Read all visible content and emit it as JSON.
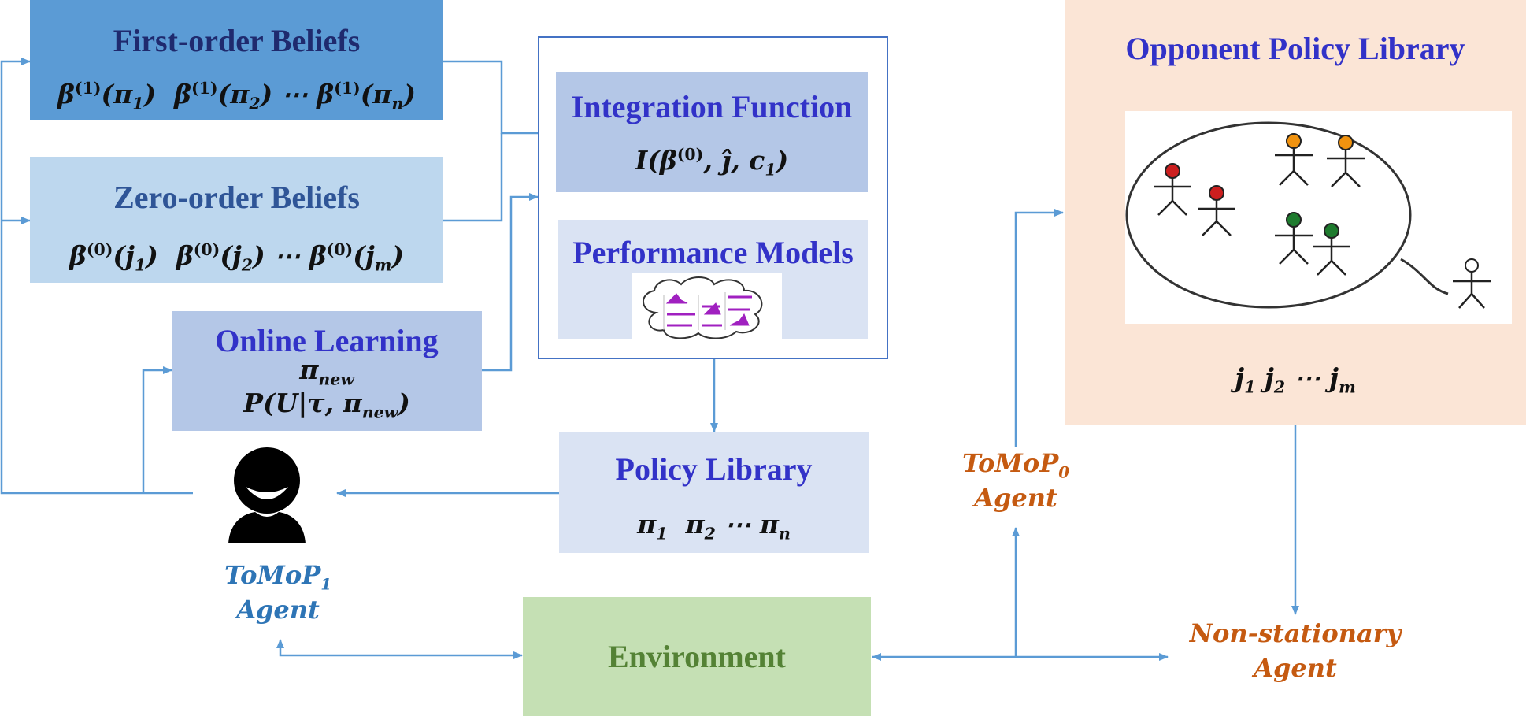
{
  "colors": {
    "arrow": "#5b9bd5",
    "title_blue": "#3232c8",
    "first_order_bg": "#5b9bd5",
    "zero_order_bg": "#bdd7ee",
    "online_bg": "#b4c7e7",
    "integration_bg": "#b4c7e7",
    "performance_bg": "#dae3f3",
    "policy_bg": "#dae3f3",
    "env_bg": "#c5e0b4",
    "env_text": "#548235",
    "opponent_bg": "#fbe5d6",
    "orange_text": "#c55a11",
    "tomop1_text": "#2e75b6"
  },
  "first_order": {
    "title": "First-order Beliefs",
    "formula": [
      "β",
      "(1)",
      "(π",
      "1",
      ")",
      "β",
      "(1)",
      "(π",
      "2",
      ")",
      "⋯",
      "β",
      "(1)",
      "(π",
      "n",
      ")"
    ]
  },
  "zero_order": {
    "title": "Zero-order Beliefs",
    "formula": [
      "β",
      "(0)",
      "(j",
      "1",
      ")",
      "β",
      "(0)",
      "(j",
      "2",
      ")",
      "⋯",
      "β",
      "(0)",
      "(j",
      "m",
      ")"
    ]
  },
  "online_learning": {
    "title": "Online Learning",
    "pi_base": "π",
    "pi_sub": "new",
    "prob_start": "P(U|τ, π",
    "prob_sub": "new",
    "prob_end": ")"
  },
  "integration": {
    "title": "Integration Function",
    "f_start": "I(β",
    "f_sup": "(0)",
    "f_mid": ", ĵ, c",
    "f_sub": "1",
    "f_end": ")"
  },
  "performance": {
    "title": "Performance Models"
  },
  "policy_library": {
    "title": "Policy Library",
    "p1": "π",
    "s1": "1",
    "p2": "π",
    "s2": "2",
    "dots": "⋯",
    "p3": "π",
    "s3": "n"
  },
  "opponent_library": {
    "title": "Opponent Policy Library",
    "j1": "j",
    "s1": "1",
    "j2": "j",
    "s2": "2",
    "dots": "⋯",
    "j3": "j",
    "s3": "m"
  },
  "environment": {
    "title": "Environment"
  },
  "tomop1": {
    "name": "ToMoP",
    "sub": "1",
    "suffix": "Agent"
  },
  "tomop0": {
    "name": "ToMoP",
    "sub": "0",
    "suffix": "Agent"
  },
  "nonstationary": {
    "line1": "Non-stationary",
    "line2": "Agent"
  },
  "icons": {
    "agent": "user-avatar-icon",
    "cloud": "performance-cloud-icon",
    "population": "opponent-population-icon"
  }
}
